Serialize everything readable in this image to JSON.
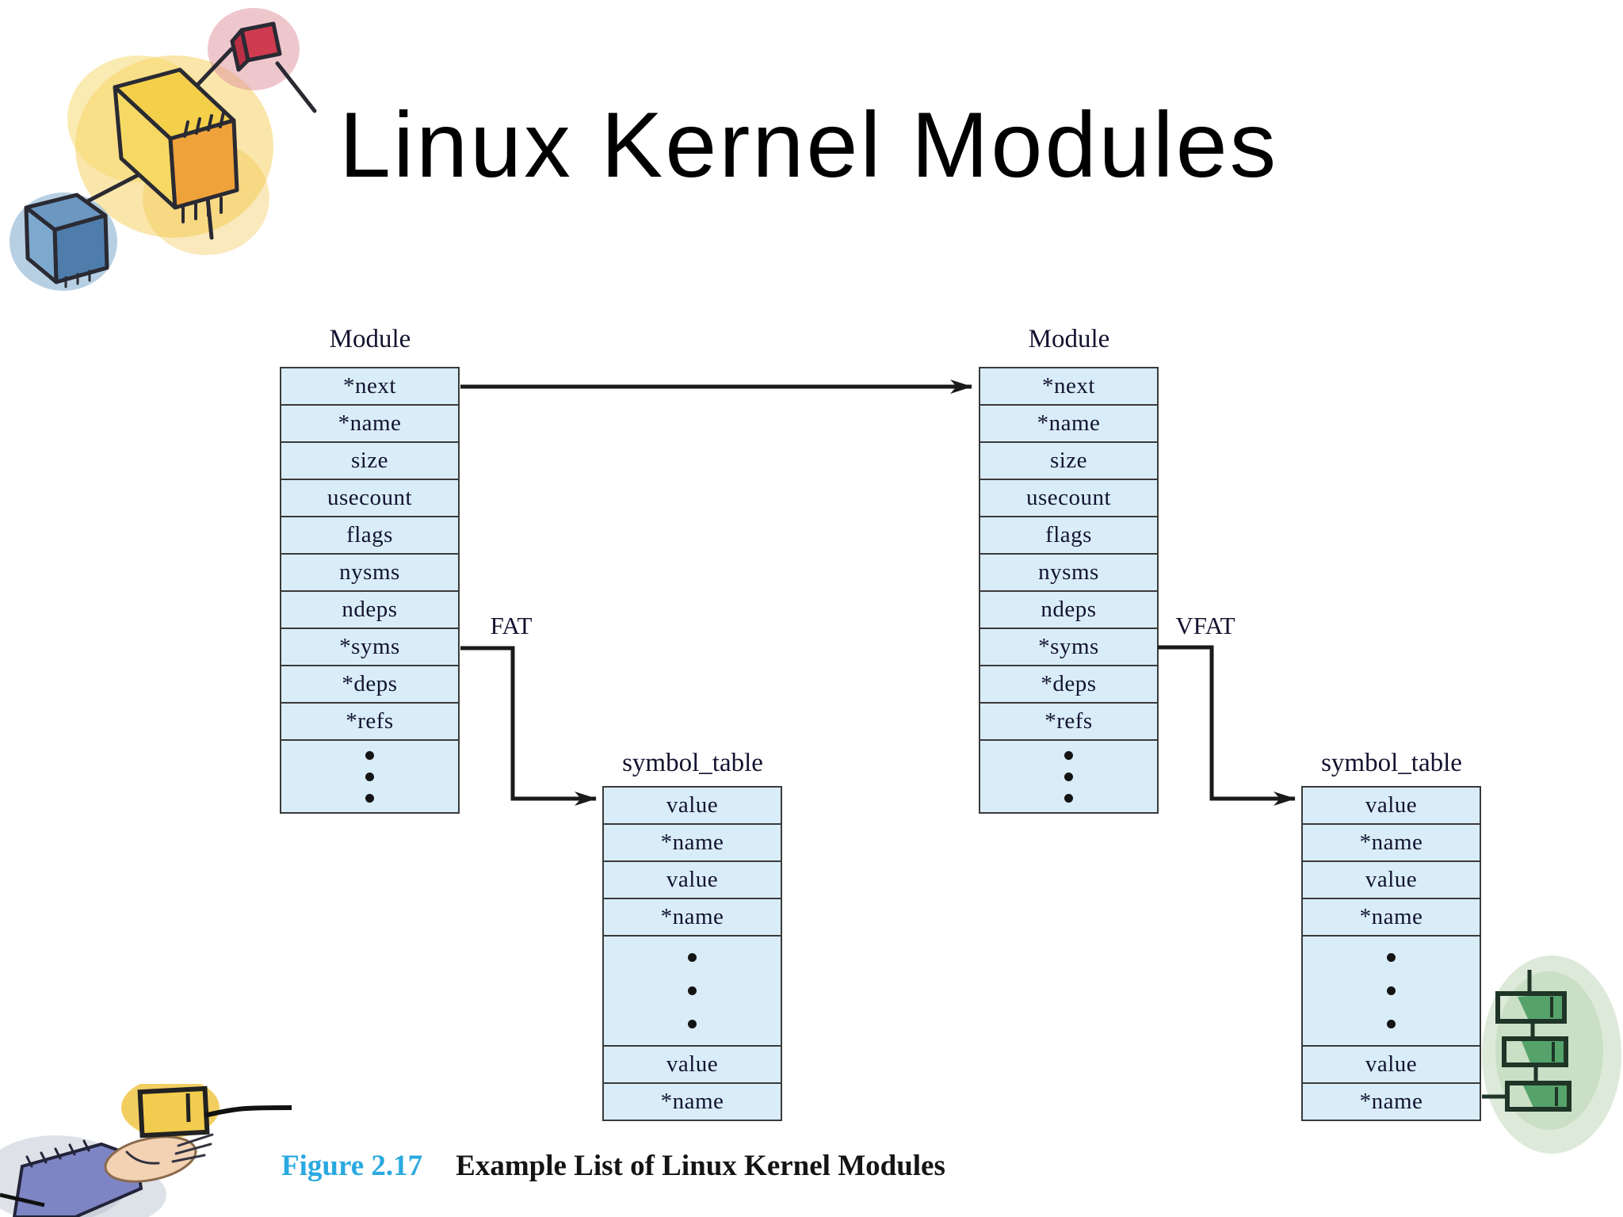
{
  "slide": {
    "title": "Linux Kernel Modules"
  },
  "caption": {
    "figure_label": "Figure 2.17",
    "text": "Example List of Linux Kernel Modules"
  },
  "diagram": {
    "module_fields": [
      "*next",
      "*name",
      "size",
      "usecount",
      "flags",
      "nysms",
      "ndeps",
      "*syms",
      "*deps",
      "*refs"
    ],
    "left_module": {
      "title": "Module",
      "pointer_label": "FAT"
    },
    "right_module": {
      "title": "Module",
      "pointer_label": "VFAT"
    },
    "left_symbol_table": {
      "title": "symbol_table"
    },
    "right_symbol_table": {
      "title": "symbol_table"
    },
    "symbol_table_fields_top": [
      "value",
      "*name",
      "value",
      "*name"
    ],
    "symbol_table_fields_bottom": [
      "value",
      "*name"
    ]
  },
  "icons": {
    "vertical_ellipsis": "vertical-ellipsis-dots",
    "top_left_art": "connected-boxes-watercolor-illustration",
    "bottom_left_art": "hand-holding-box-watercolor-illustration",
    "bottom_right_art": "green-flowchart-watercolor-illustration"
  },
  "colors": {
    "background": "#ffffff",
    "cell_fill": "#d9edf8",
    "cell_border": "#3a3a3a",
    "cell_text": "#131330",
    "arrow": "#1a1a1a",
    "figure_label_blue": "#2aa9e0",
    "title_text": "#000000"
  }
}
